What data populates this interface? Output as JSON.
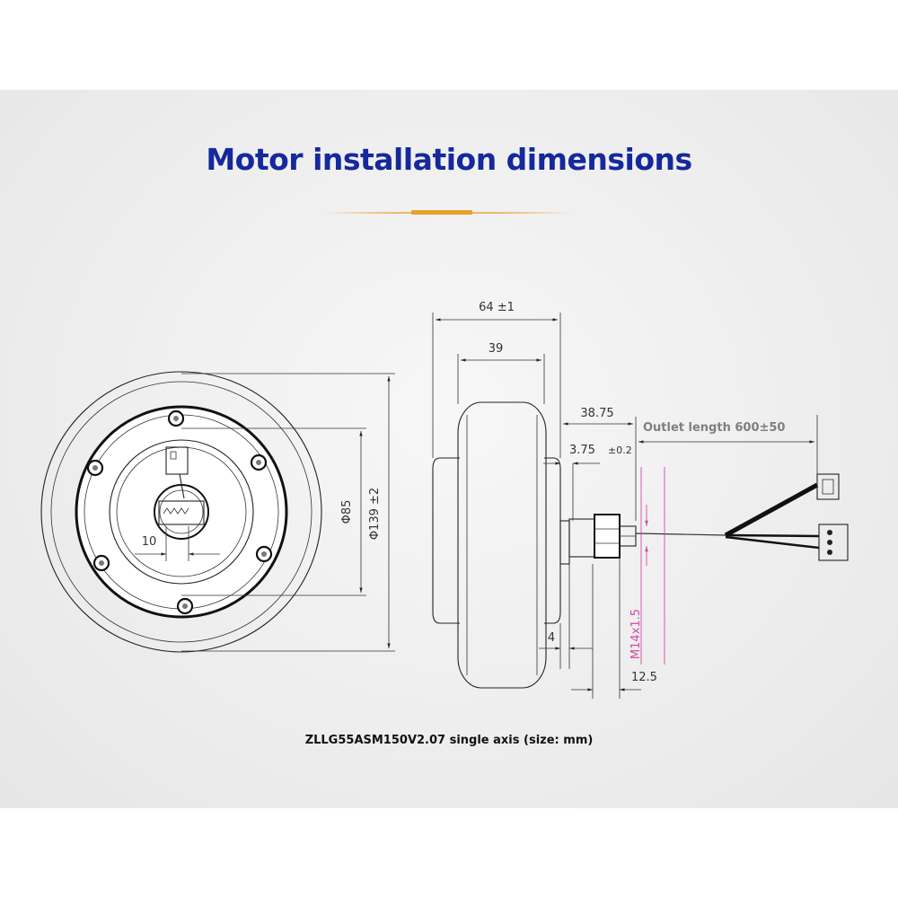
{
  "title": "Motor installation dimensions",
  "caption": "ZLLG55ASM150V2.07 single axis (size: mm)",
  "colors": {
    "title": "#15289c",
    "accent": "#e8a030",
    "background": "#ebebeb",
    "pink_dimension": "#d14aa7"
  },
  "front_view": {
    "dim_diameter_small": "Φ85",
    "dim_diameter_large": "Φ139 ±2",
    "dim_shaft": "10"
  },
  "side_view": {
    "dim_total_width": "64 ±1",
    "dim_tire_width": "39",
    "dim_shaft_length": "38.75",
    "dim_hub_offset": "3.75",
    "dim_hub_offset_tol": "±0.2",
    "outlet_length": "Outlet length 600±50",
    "dim_washer": "4",
    "dim_thread": "M14x1.5",
    "dim_nut": "12.5"
  }
}
